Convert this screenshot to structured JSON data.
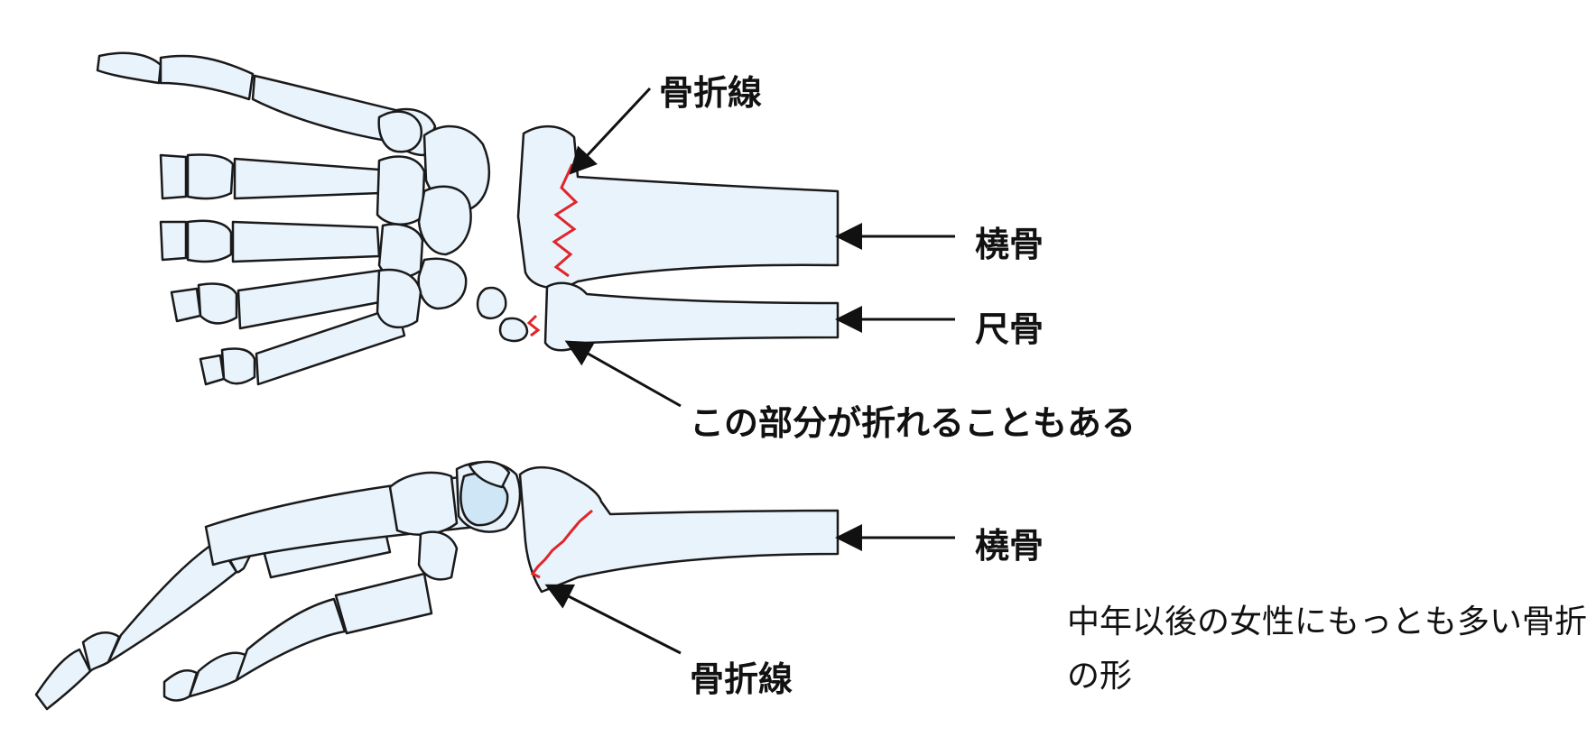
{
  "labels": {
    "fracture_line_top": "骨折線",
    "radius_top": "橈骨",
    "ulna": "尺骨",
    "ulna_note": "この部分が折れることもある",
    "radius_bottom": "橈骨",
    "fracture_line_bottom": "骨折線"
  },
  "note": "中年以後の女性にもっとも多い骨折の形",
  "colors": {
    "bone_fill": "#e8f3fb",
    "bone_outline": "#1a1a1a",
    "fracture_line": "#e0252b",
    "arrow": "#111111"
  }
}
